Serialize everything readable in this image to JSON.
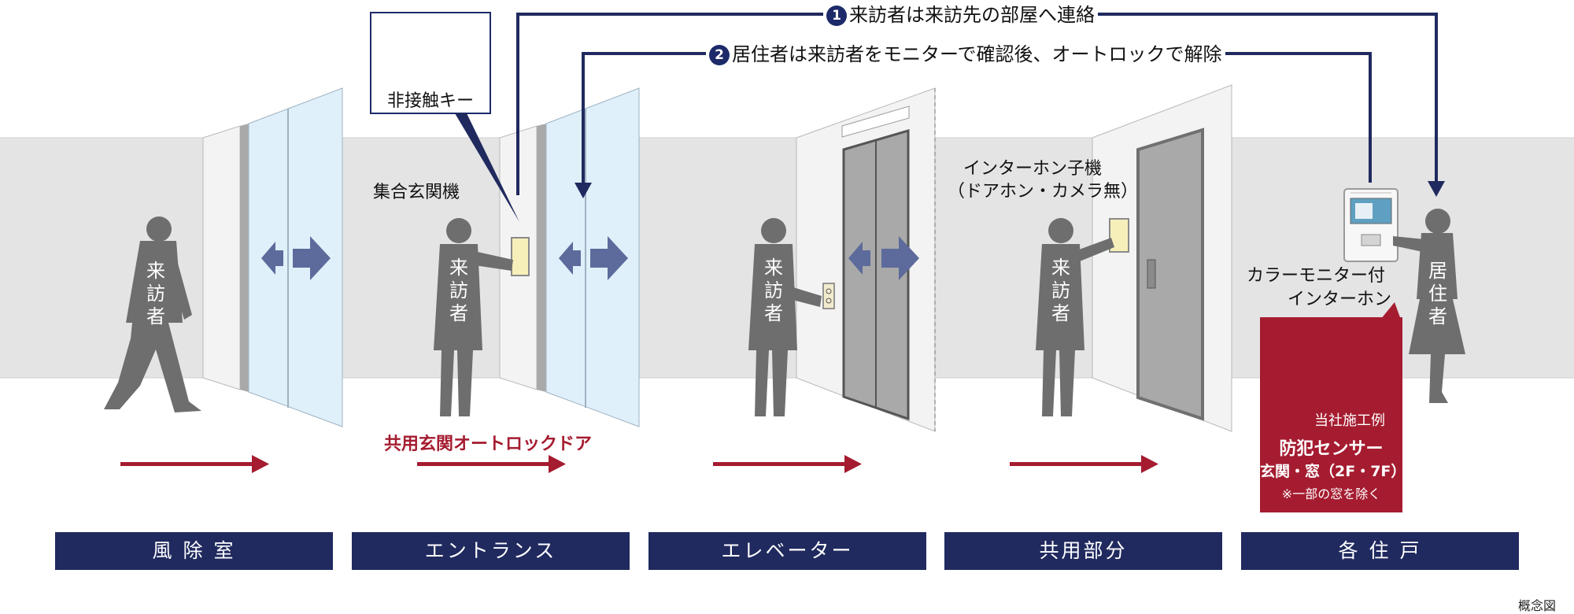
{
  "flow": {
    "step1_num": "1",
    "step1_text": "来訪者は来訪先の部屋へ連絡",
    "step2_num": "2",
    "step2_text": "居住者は来訪者をモニターで確認後、オートロックで解除"
  },
  "key_box": {
    "label": "非接触キー"
  },
  "labels": {
    "entrance_panel": "集合玄関機",
    "autolock_door": "共用玄関オートロックドア",
    "intercom_sub_line1": "インターホン子機",
    "intercom_sub_line2": "（ドアホン・カメラ無）",
    "color_monitor_line1": "カラーモニター付",
    "color_monitor_line2": "インターホン",
    "concept": "概念図"
  },
  "figures": {
    "visitor": "来訪者",
    "resident": "居住者"
  },
  "sensor_box": {
    "photo_caption": "当社施工例",
    "title": "防犯センサー",
    "line2": "玄関・窓（2F・7F）",
    "note": "※一部の窓を除く"
  },
  "stages": [
    {
      "label": "風 除 室"
    },
    {
      "label": "エントランス"
    },
    {
      "label": "エレベーター"
    },
    {
      "label": "共用部分"
    },
    {
      "label": "各 住 戸"
    }
  ],
  "colors": {
    "navy": "#202a5f",
    "crimson": "#a51c30",
    "wall": "#e4e4e4",
    "glass": "#dff0fa",
    "figure": "#6e6e6e"
  }
}
